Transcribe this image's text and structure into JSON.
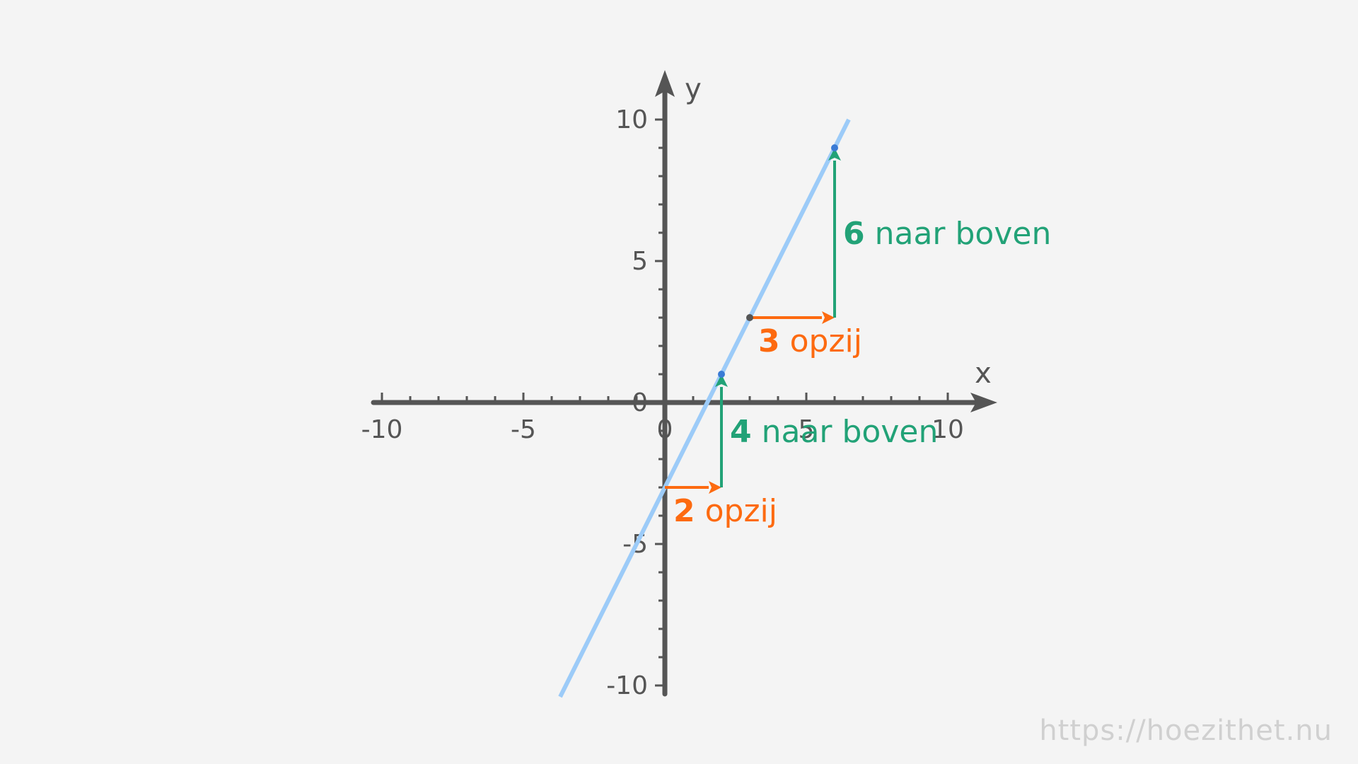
{
  "chart_data": {
    "type": "line",
    "xlabel": "x",
    "ylabel": "y",
    "xlim": [
      -10,
      10
    ],
    "ylim": [
      -10,
      10
    ],
    "x_ticks": [
      -10,
      -5,
      0,
      5,
      10
    ],
    "y_ticks": [
      10,
      5,
      0,
      -5,
      -10
    ],
    "x_tick_labels": [
      "-10",
      "-5",
      "0",
      "5",
      "10"
    ],
    "y_tick_labels": [
      "10",
      "5",
      "0",
      "-5",
      "-10"
    ],
    "minor_tick_step": 1,
    "grid": false,
    "series": [
      {
        "x": [
          -3.7,
          6.5
        ],
        "y": [
          -10.4,
          10.0
        ],
        "color": "#9ccbf8"
      }
    ],
    "points": [
      {
        "x": 2,
        "y": 1,
        "color": "#3a7bd5"
      },
      {
        "x": 3,
        "y": 3,
        "color": "#555555"
      },
      {
        "x": 6,
        "y": 9,
        "color": "#3a7bd5"
      }
    ],
    "annotations": [
      {
        "kind": "run",
        "from": [
          0,
          -3
        ],
        "to": [
          2,
          -3
        ],
        "num": "2",
        "text": " opzij",
        "color": "#fd6a10"
      },
      {
        "kind": "rise",
        "from": [
          2,
          -3
        ],
        "to": [
          2,
          1
        ],
        "num": "4",
        "text": " naar boven",
        "color": "#22a277"
      },
      {
        "kind": "run",
        "from": [
          3,
          3
        ],
        "to": [
          6,
          3
        ],
        "num": "3",
        "text": " opzij",
        "color": "#fd6a10"
      },
      {
        "kind": "rise",
        "from": [
          6,
          3
        ],
        "to": [
          6,
          9
        ],
        "num": "6",
        "text": " naar boven",
        "color": "#22a277"
      }
    ]
  },
  "watermark": "https://hoezithet.nu",
  "colors": {
    "axis": "#555555",
    "line": "#9ccbf8",
    "run": "#fd6a10",
    "rise": "#22a277"
  }
}
